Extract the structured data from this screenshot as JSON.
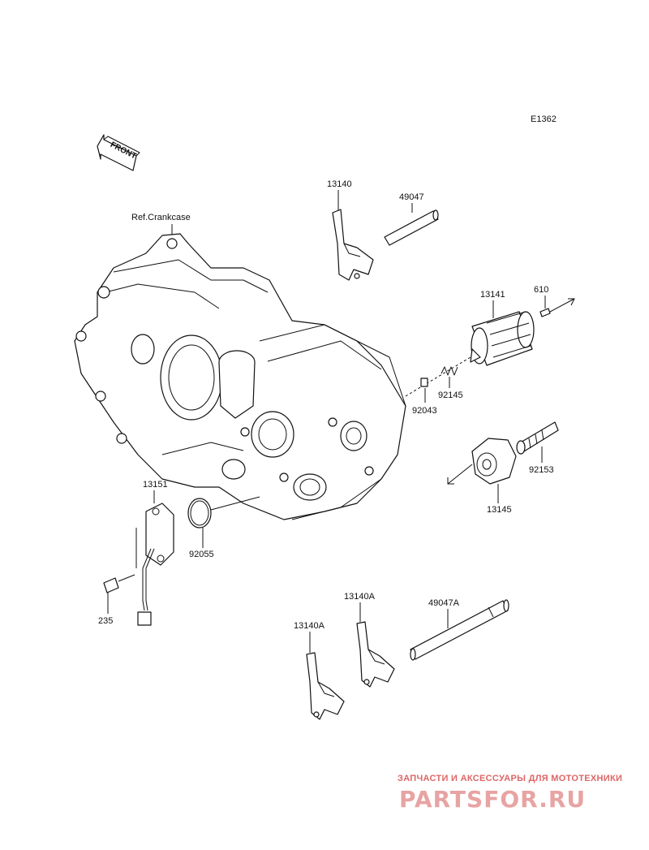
{
  "diagram": {
    "figure_code": "E1362",
    "front_label": "FRONT",
    "ref_label": "Ref.Crankcase",
    "parts": {
      "p13140": "13140",
      "p49047": "49047",
      "p13141": "13141",
      "p610": "610",
      "p92145": "92145",
      "p92043": "92043",
      "p92153": "92153",
      "p13145": "13145",
      "p13151": "13151",
      "p92055": "92055",
      "p235": "235",
      "p13140A_1": "13140A",
      "p13140A_2": "13140A",
      "p49047A": "49047A"
    }
  },
  "watermark": {
    "tagline": "ЗАПЧАСТИ И АКСЕССУАРЫ ДЛЯ МОТОТЕХНИКИ",
    "brand": "PARTSFOR.RU",
    "color": "#d66666"
  }
}
